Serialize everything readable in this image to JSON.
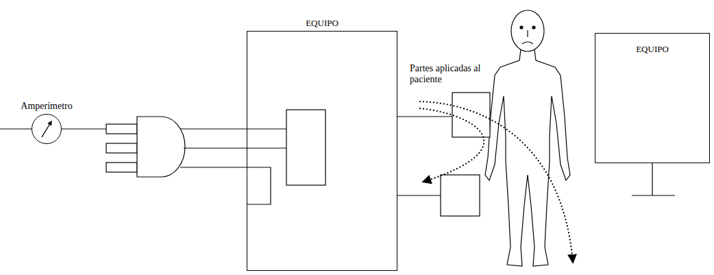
{
  "diagram": {
    "nodes": [
      {
        "text": [
          "Amperímetro"
        ]
      },
      {
        "text": [
          "EQUIPO"
        ]
      },
      {
        "text": [
          "EQUIPO"
        ]
      }
    ],
    "edges": [
      {
        "from": 0,
        "to": 1,
        "arrow": "none"
      }
    ],
    "labels": [
      "Partes aplicadas al paciente"
    ]
  }
}
